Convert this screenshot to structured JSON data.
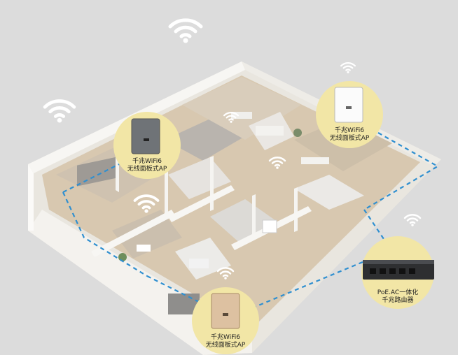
{
  "callouts": {
    "ap_gray": {
      "line1": "千兆WiFi6",
      "line2": "无线面板式AP"
    },
    "ap_white": {
      "line1": "千兆WiFi6",
      "line2": "无线面板式AP"
    },
    "ap_gold": {
      "line1": "千兆WiFi6",
      "line2": "无线面板式AP"
    },
    "router": {
      "line1": "PoE.AC一体化",
      "line2": "千兆路由器"
    }
  },
  "colors": {
    "background": "#dcdcdc",
    "callout_fill": "#f2e6a6",
    "network_line": "#2f8fd0",
    "wifi_icon": "#ffffff"
  },
  "icons": [
    "wifi-icon",
    "wireless-ap-device",
    "router-device"
  ]
}
